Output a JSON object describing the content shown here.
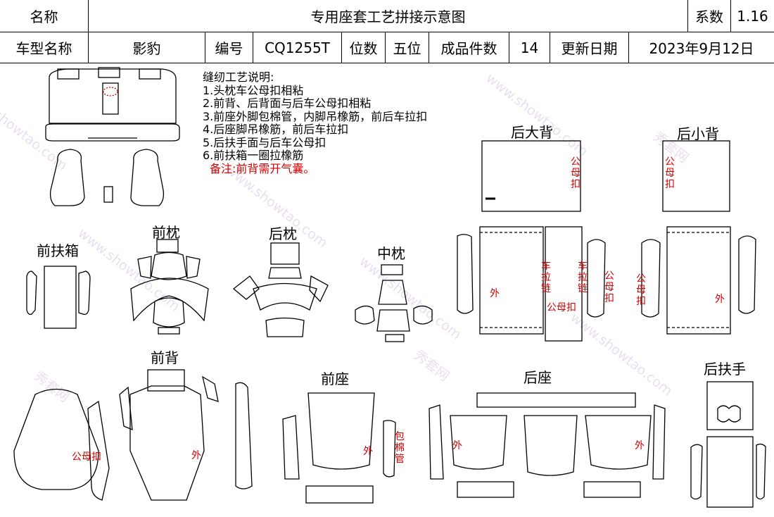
{
  "header": {
    "name_label": "名称",
    "title": "专用座套工艺拼接示意图",
    "coef_label": "系数",
    "coef_value": "1.16",
    "model_label": "车型名称",
    "model_value": "影豹",
    "code_label": "编号",
    "code_value": "CQ1255T",
    "seats_label": "位数",
    "seats_value": "五位",
    "pieces_label": "成品件数",
    "pieces_value": "14",
    "date_label": "更新日期",
    "date_value": "2023年9月12日"
  },
  "notes": {
    "title": "缝纫工艺说明:",
    "items": [
      "1.头枕车公母扣相粘",
      "2.前背、后背面与后车公母扣相粘",
      "3.前座外脚包棉管，内脚吊橡筋，前后车拉扣",
      "4.后座脚吊橡筋，前后车拉扣",
      "5.后扶手面与后车公母扣",
      "6.前扶箱一圈拉橡筋"
    ],
    "remark": "备注:前背需开气囊。"
  },
  "sections": {
    "front_armrest_box": "前扶箱",
    "front_headrest": "前枕",
    "rear_headrest": "后枕",
    "middle_headrest": "中枕",
    "rear_big_back": "后大背",
    "rear_small_back": "后小背",
    "front_back": "前背",
    "front_seat": "前座",
    "rear_seat": "后座",
    "rear_armrest": "后扶手"
  },
  "marks": {
    "outer": "外",
    "male_female_buckle": "公母扣",
    "cart_pull_chain": "车拉链",
    "zip_pull_chain": "车拉链",
    "wrapped_cotton_tube": "包棉管"
  },
  "watermark": {
    "brand": "秀套网",
    "site": "www.showtao.com"
  }
}
